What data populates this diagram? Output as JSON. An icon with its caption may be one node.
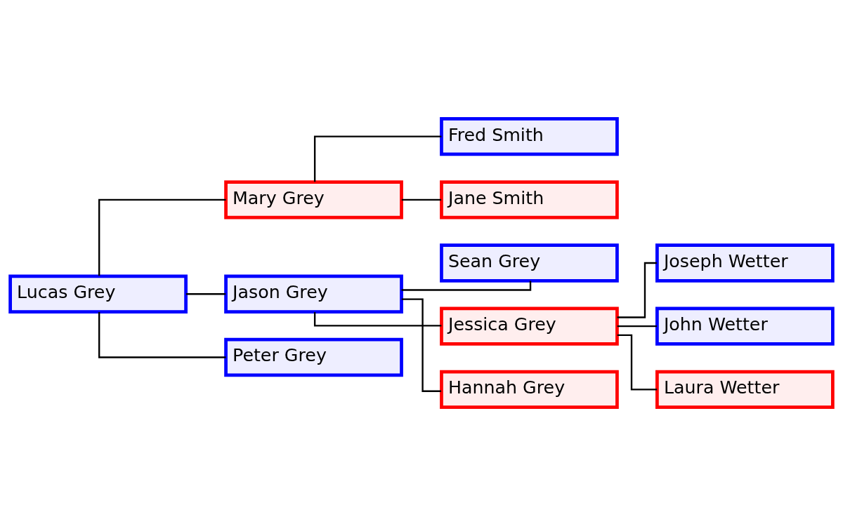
{
  "diagram": {
    "nodes": [
      {
        "text": [
          "Lucas Grey"
        ]
      },
      {
        "text": [
          "Mary Grey"
        ]
      },
      {
        "text": [
          "Fred Smith"
        ]
      },
      {
        "text": [
          "Jane Smith"
        ]
      },
      {
        "text": [
          "Jason Grey"
        ]
      },
      {
        "text": [
          "Sean Grey"
        ]
      },
      {
        "text": [
          "Jessica Grey"
        ]
      },
      {
        "text": [
          "Joseph Wetter"
        ]
      },
      {
        "text": [
          "John Wetter"
        ]
      },
      {
        "text": [
          "Laura Wetter"
        ]
      },
      {
        "text": [
          "Hannah Grey"
        ]
      },
      {
        "text": [
          "Peter Grey"
        ]
      }
    ],
    "edges": [
      {
        "from": 0,
        "to": 1,
        "arrow": "none"
      },
      {
        "from": 0,
        "to": 4,
        "arrow": "none"
      },
      {
        "from": 0,
        "to": 11,
        "arrow": "none"
      },
      {
        "from": 1,
        "to": 2,
        "arrow": "none"
      },
      {
        "from": 1,
        "to": 3,
        "arrow": "none"
      },
      {
        "from": 4,
        "to": 5,
        "arrow": "none"
      },
      {
        "from": 4,
        "to": 6,
        "arrow": "none"
      },
      {
        "from": 4,
        "to": 10,
        "arrow": "none"
      },
      {
        "from": 6,
        "to": 7,
        "arrow": "none"
      },
      {
        "from": 6,
        "to": 8,
        "arrow": "none"
      },
      {
        "from": 6,
        "to": 9,
        "arrow": "none"
      }
    ]
  }
}
